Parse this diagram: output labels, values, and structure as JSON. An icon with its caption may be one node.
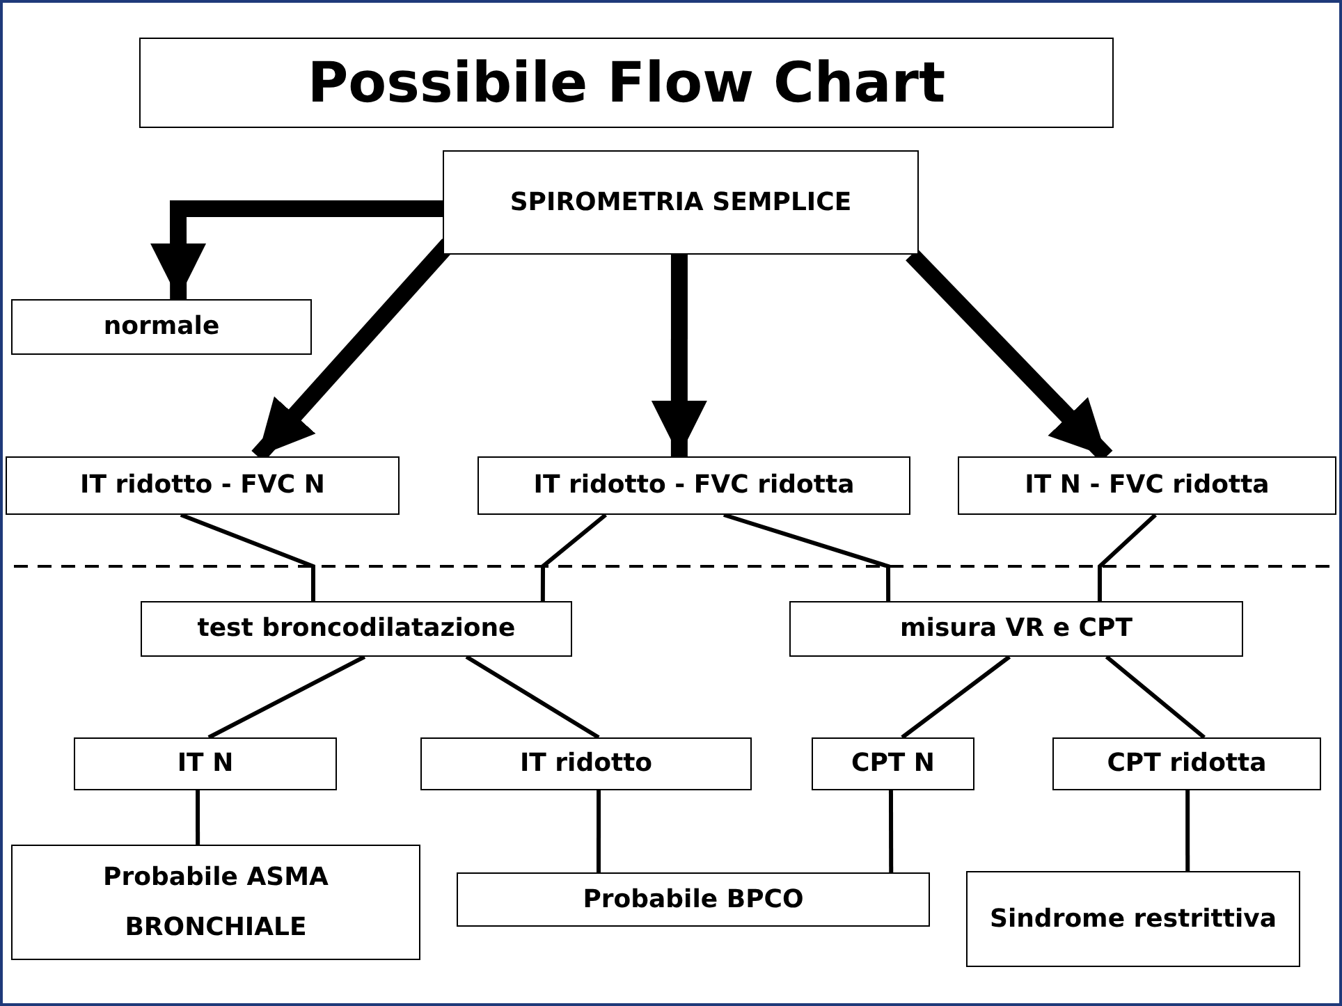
{
  "diagram": {
    "title": "Possibile Flow Chart",
    "nodes": [
      {
        "text": [
          "SPIROMETRIA SEMPLICE"
        ]
      },
      {
        "text": [
          "normale"
        ]
      },
      {
        "text": [
          "IT ridotto - FVC N"
        ]
      },
      {
        "text": [
          "IT ridotto - FVC ridotta"
        ]
      },
      {
        "text": [
          "IT N - FVC ridotta"
        ]
      },
      {
        "text": [
          "test broncodilatazione"
        ]
      },
      {
        "text": [
          "misura VR e CPT"
        ]
      },
      {
        "text": [
          "IT N"
        ]
      },
      {
        "text": [
          "IT ridotto"
        ]
      },
      {
        "text": [
          "CPT N"
        ]
      },
      {
        "text": [
          "CPT ridotta"
        ]
      },
      {
        "text": [
          "Probabile ASMA BRONCHIALE"
        ]
      },
      {
        "text": [
          "Probabile BPCO"
        ]
      },
      {
        "text": [
          "Sindrome restrittiva"
        ]
      }
    ],
    "edges": [
      {
        "from": 0,
        "to": 1,
        "arrow": "to",
        "style": "thick"
      },
      {
        "from": 0,
        "to": 2,
        "arrow": "to",
        "style": "thick"
      },
      {
        "from": 0,
        "to": 3,
        "arrow": "to",
        "style": "thick"
      },
      {
        "from": 0,
        "to": 4,
        "arrow": "to",
        "style": "thick"
      },
      {
        "from": 2,
        "to": 5,
        "arrow": "none"
      },
      {
        "from": 3,
        "to": 5,
        "arrow": "none"
      },
      {
        "from": 3,
        "to": 6,
        "arrow": "none"
      },
      {
        "from": 4,
        "to": 6,
        "arrow": "none"
      },
      {
        "from": 5,
        "to": 7,
        "arrow": "none"
      },
      {
        "from": 5,
        "to": 8,
        "arrow": "none"
      },
      {
        "from": 6,
        "to": 9,
        "arrow": "none"
      },
      {
        "from": 6,
        "to": 10,
        "arrow": "none"
      },
      {
        "from": 7,
        "to": 11,
        "arrow": "none"
      },
      {
        "from": 8,
        "to": 12,
        "arrow": "none"
      },
      {
        "from": 9,
        "to": 12,
        "arrow": "none"
      },
      {
        "from": 10,
        "to": 13,
        "arrow": "none"
      }
    ]
  }
}
